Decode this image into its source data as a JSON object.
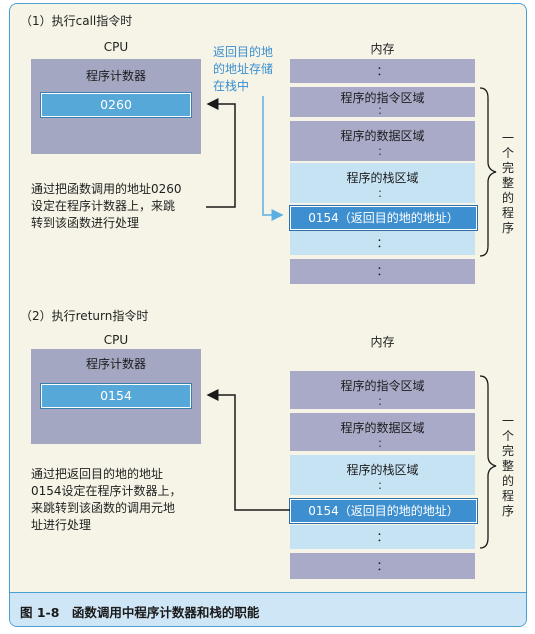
{
  "section1": {
    "title": "（1）执行call指令时",
    "cpu_label": "CPU",
    "register_label": "程序计数器",
    "register_value": "0260",
    "note_lines": [
      "通过把函数调用的地址0260",
      "设定在程序计数器上，来跳",
      "转到该函数进行处理"
    ],
    "store_note_lines": [
      "返回目的地",
      "的地址存储",
      "在栈中"
    ],
    "memory_label": "内存",
    "cells": {
      "top": "：",
      "instr": "程序的指令区域",
      "data": "程序的数据区域",
      "stack": "程序的栈区域",
      "return": "0154（返回目的地的地址）",
      "below": "：",
      "bottom": "："
    },
    "brace_label": [
      "一",
      "个",
      "完",
      "整",
      "的",
      "程",
      "序"
    ]
  },
  "section2": {
    "title": "（2）执行return指令时",
    "cpu_label": "CPU",
    "register_label": "程序计数器",
    "register_value": "0154",
    "note_lines": [
      "通过把返回目的地的地址",
      "0154设定在程序计数器上，",
      "来跳转到该函数的调用元地",
      "址进行处理"
    ],
    "memory_label": "内存",
    "cells": {
      "instr": "程序的指令区域",
      "data": "程序的数据区域",
      "stack": "程序的栈区域",
      "return": "0154（返回目的地的地址）",
      "below": "：",
      "bottom": "："
    },
    "brace_label": [
      "一",
      "个",
      "完",
      "整",
      "的",
      "程",
      "序"
    ]
  },
  "caption": "图 1-8　函数调用中程序计数器和栈的职能",
  "colors": {
    "frame": "#4a9fd4",
    "background": "#f6f4e6",
    "cpu_box": "#a3a7c2",
    "register": "#56a8d8",
    "memory_grey": "#a9aac8",
    "memory_light": "#c6e3f4",
    "memory_highlight": "#3d8fd0",
    "blue_text": "#3b8fd0"
  }
}
